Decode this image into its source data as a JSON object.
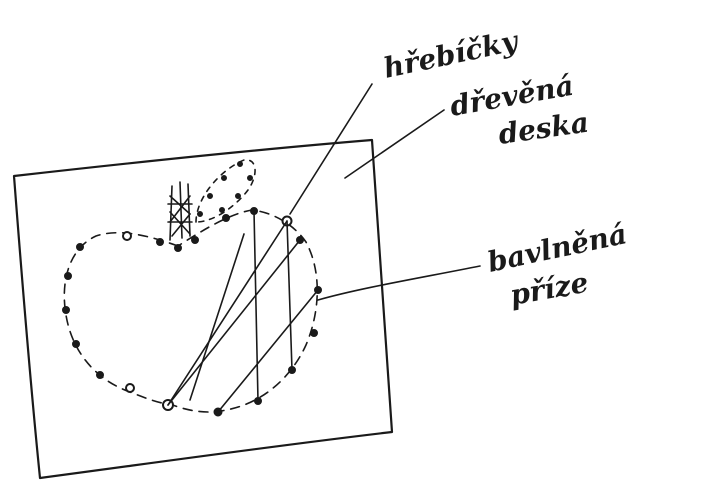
{
  "labels": {
    "nails": "hřebíčky",
    "board_line1": "dřevěná",
    "board_line2": "deska",
    "thread_line1": "bavlněná",
    "thread_line2": "příze"
  }
}
